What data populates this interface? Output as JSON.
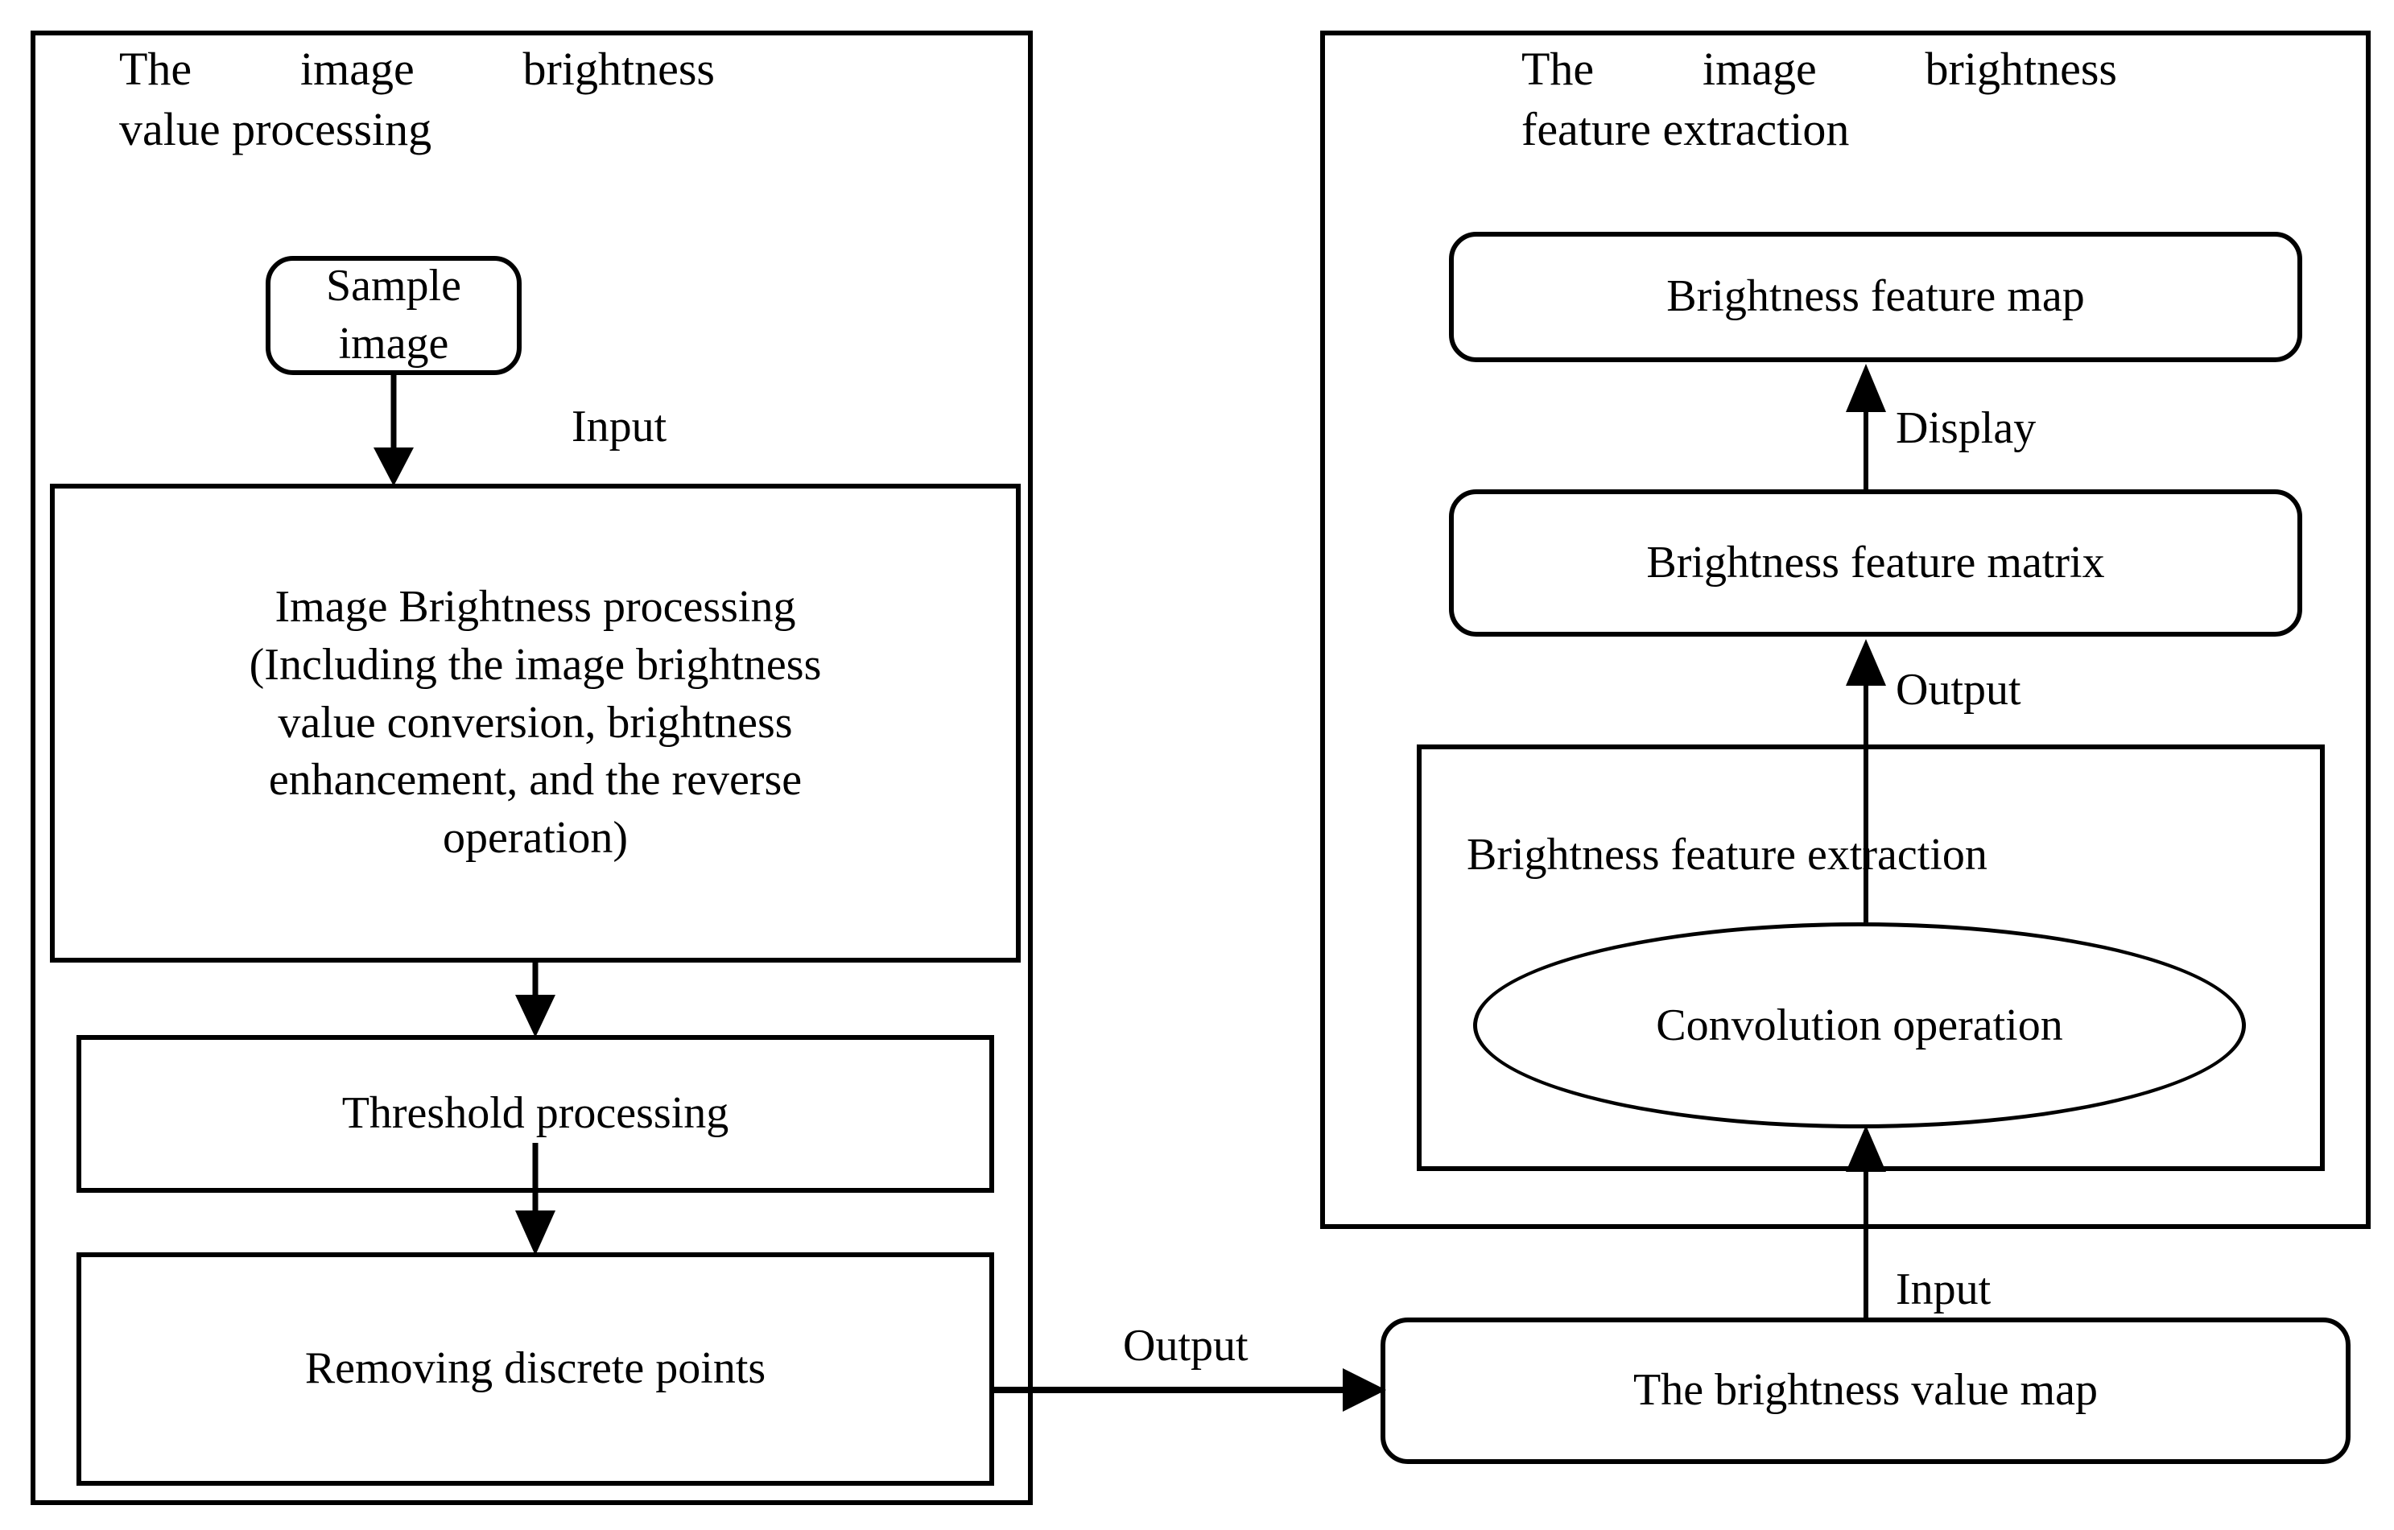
{
  "figure": {
    "type": "flowchart",
    "orientation": "two-column",
    "stroke_color": "#000000",
    "background_color": "#ffffff"
  },
  "left_panel": {
    "title_line1": "The image brightness",
    "title_line2": "value processing",
    "nodes": {
      "sample_image": "Sample image",
      "brightness_processing": "Image Brightness processing (Including the image brightness value conversion, brightness enhancement, and the reverse operation)",
      "brightness_processing_l1": "Image Brightness processing",
      "brightness_processing_l2": "(Including the image brightness",
      "brightness_processing_l3": "value conversion, brightness",
      "brightness_processing_l4": "enhancement, and the reverse",
      "brightness_processing_l5": "operation)",
      "threshold_processing": "Threshold processing",
      "removing_discrete_points": "Removing discrete points"
    },
    "edges": {
      "sample_to_processing": "Input"
    }
  },
  "right_panel": {
    "title_line1": "The image brightness",
    "title_line2": "feature extraction",
    "nodes": {
      "brightness_feature_map": "Brightness feature map",
      "brightness_feature_matrix": "Brightness feature matrix",
      "brightness_feature_extraction": "Brightness feature extraction",
      "convolution_operation": "Convolution operation",
      "brightness_value_map": "The brightness value map"
    },
    "edges": {
      "matrix_to_map": "Display",
      "extraction_to_matrix": "Output",
      "value_map_to_convolution": "Input"
    }
  },
  "cross_panel": {
    "edges": {
      "removing_to_value_map": "Output"
    }
  }
}
